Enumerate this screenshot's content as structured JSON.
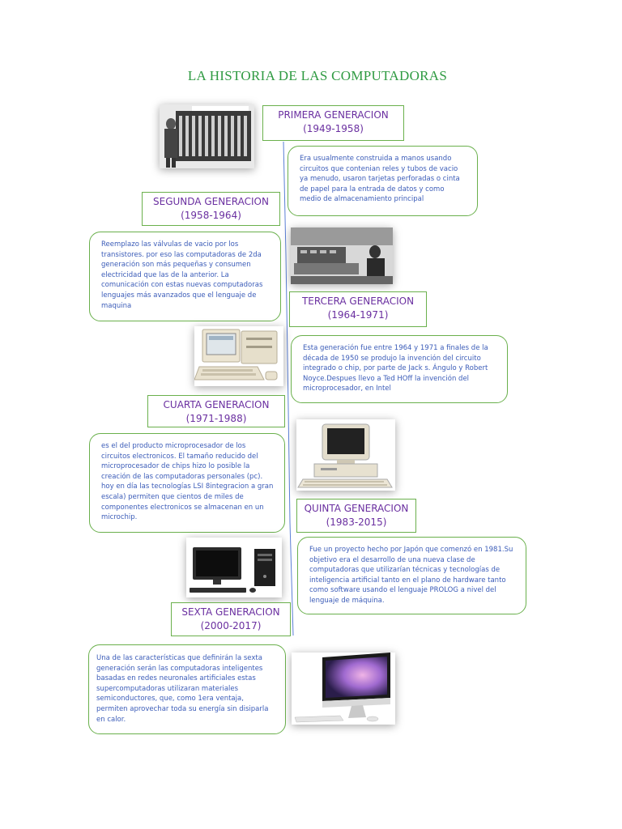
{
  "title": "LA HISTORIA DE LAS COMPUTADORAS",
  "generations": [
    {
      "name": "PRIMERA GENERACION",
      "years": "(1949-1958)",
      "description": "Era usualmente construida a manos usando circuitos que contenian reles y tubos de vacio ya menudo, usaron tarjetas perforadas o cinta de papel para la entrada de datos y como medio de almacenamiento principal"
    },
    {
      "name": "SEGUNDA GENERACION",
      "years": "(1958-1964)",
      "description": "Reemplazo las válvulas de vacio por los transistores. por eso las computadoras de 2da generación son más pequeñas y consumen electricidad que las de la anterior. La comunicación con estas nuevas computadoras lenguajes más avanzados que el lenguaje de maquina"
    },
    {
      "name": "TERCERA GENERACION",
      "years": "(1964-1971)",
      "description": "Esta generación fue entre 1964 y 1971 a finales de la década de 1950 se produjo la invención del circuito integrado o chip, por parte de Jack s. Ángulo y Robert Noyce.Despues llevo a Ted HOff la invención del microprocesador, en Intel"
    },
    {
      "name": "CUARTA GENERACION",
      "years": "(1971-1988)",
      "description": "es el del producto microprocesador de los circuitos electronicos. El tamaño reducido del microprocesador de chips hizo lo posible la creación de las computadoras personales (pc). hoy en día las tecnologías LSI 8integracion a gran escala) permiten que cientos de miles de componentes electronicos se almacenan en un microchip."
    },
    {
      "name": "QUINTA GENERACION",
      "years": "(1983-2015)",
      "description": "Fue un proyecto hecho por Japón que comenzó en 1981.Su objetivo era el desarrollo de una nueva clase de computadoras que utilizarían técnicas y tecnologías de inteligencia artificial tanto en el plano de hardware tanto como software usando el lenguaje PROLOG a nivel del lenguaje de máquina."
    },
    {
      "name": "SEXTA GENERACION",
      "years": "(2000-2017)",
      "description": "Una de las características que definirán la sexta generación serán las computadoras inteligentes basadas en redes neuronales artificiales estas supercomputadoras utilizaran materiales semiconductores, que, como 1era ventaja, permiten aprovechar toda su energía sin disiparla en calor."
    }
  ],
  "colors": {
    "title": "#2e9a41",
    "border": "#6ab04c",
    "heading": "#6a2fa0",
    "body_text": "#3b5cb8",
    "timeline": "#5b7fd6"
  }
}
